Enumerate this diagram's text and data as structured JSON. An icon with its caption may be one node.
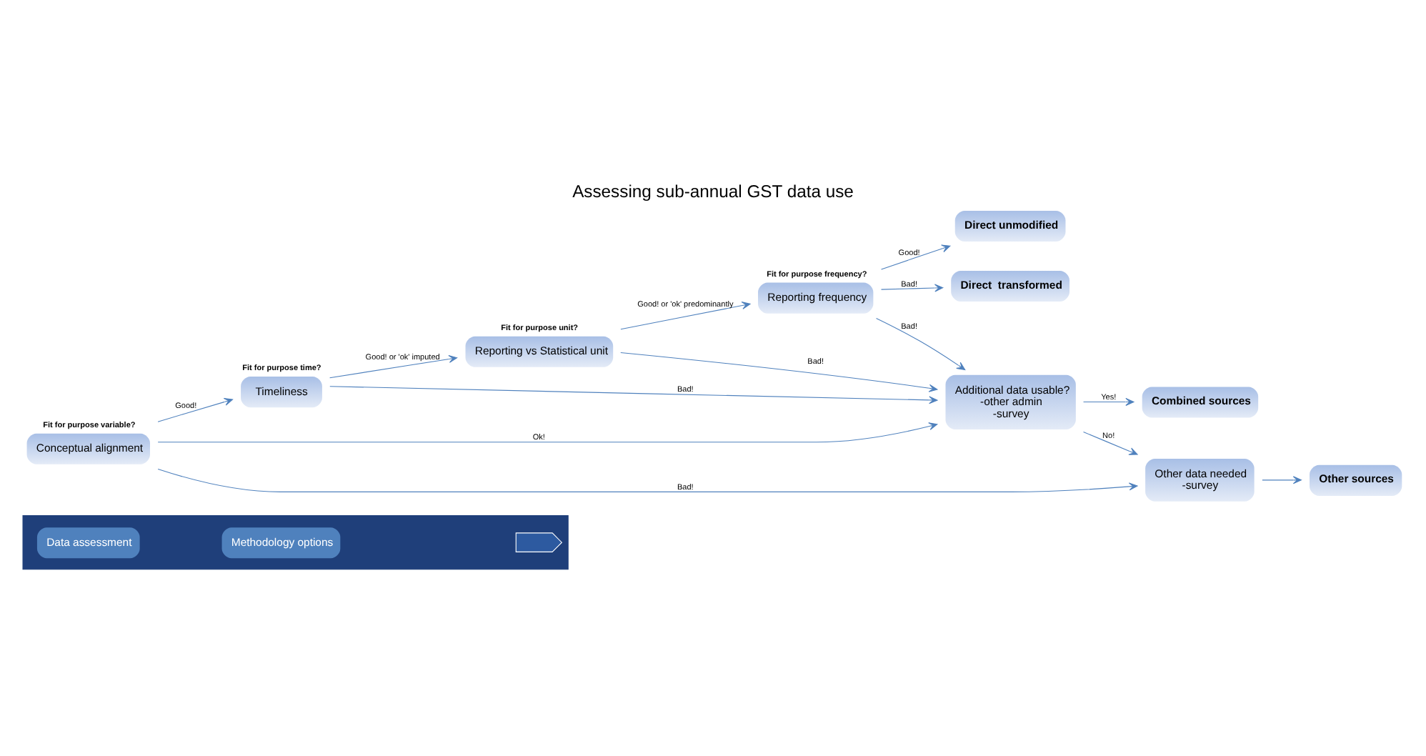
{
  "diagram": {
    "title": "Assessing sub-annual GST data use",
    "nodes": [
      {
        "text": [],
        "shape": "arrow"
      },
      {
        "text": [
          "Data assessment"
        ],
        "in": 0
      },
      {
        "text": [
          "Methodology options"
        ],
        "in": 0
      },
      {
        "text": [
          "Conceptual alignment"
        ],
        "beside": [
          "Fit for purpose variable?"
        ]
      },
      {
        "text": [
          "Timeliness"
        ],
        "beside": [
          "Fit for purpose time?"
        ]
      },
      {
        "text": [
          "Reporting vs Statistical unit"
        ],
        "beside": [
          "Fit for purpose unit?"
        ]
      },
      {
        "text": [
          "Reporting frequency"
        ],
        "beside": [
          "Fit for purpose frequency?"
        ]
      },
      {
        "text": [
          "Direct unmodified"
        ]
      },
      {
        "text": [
          "Direct  transformed"
        ]
      },
      {
        "text": [
          "Additional data usable?",
          "-other admin",
          "-survey"
        ]
      },
      {
        "text": [
          "Combined sources"
        ]
      },
      {
        "text": [
          "Other data needed",
          "-survey"
        ]
      },
      {
        "text": [
          "Other sources"
        ]
      }
    ],
    "edges": [
      {
        "from": 3,
        "to": 4,
        "arrow": "to",
        "label": "Good!"
      },
      {
        "from": 4,
        "to": 5,
        "arrow": "to",
        "label": "Good! or 'ok' imputed"
      },
      {
        "from": 5,
        "to": 6,
        "arrow": "to",
        "label": "Good! or 'ok' predominantly"
      },
      {
        "from": 6,
        "to": 7,
        "arrow": "to",
        "label": "Good!"
      },
      {
        "from": 6,
        "to": 8,
        "arrow": "to",
        "label": "Bad!"
      },
      {
        "from": 4,
        "to": 9,
        "arrow": "to",
        "label": "Bad!"
      },
      {
        "from": 5,
        "to": 9,
        "arrow": "to",
        "label": "Bad!"
      },
      {
        "from": 6,
        "to": 9,
        "arrow": "to",
        "label": "Bad!"
      },
      {
        "from": 3,
        "to": 9,
        "arrow": "to",
        "label": "Ok!"
      },
      {
        "from": 3,
        "to": 11,
        "arrow": "to",
        "label": "Bad!"
      },
      {
        "from": 9,
        "to": 10,
        "arrow": "to",
        "label": "Yes!"
      },
      {
        "from": 9,
        "to": 11,
        "arrow": "to",
        "label": "No!"
      },
      {
        "from": 11,
        "to": 12,
        "arrow": "to"
      }
    ]
  }
}
